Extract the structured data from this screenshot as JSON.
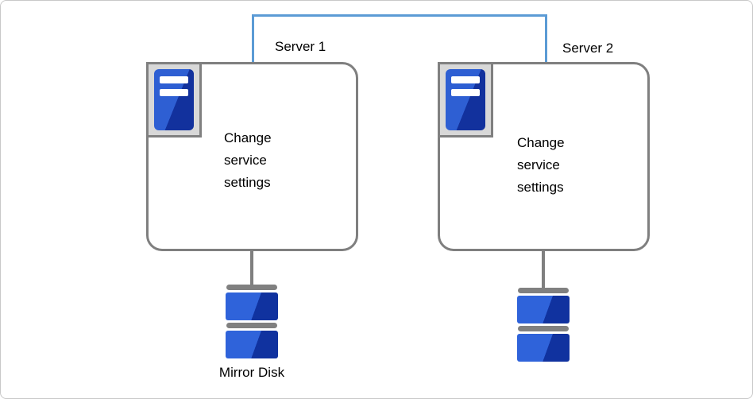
{
  "diagram": {
    "servers": [
      {
        "name": "Server 1",
        "action": "Change\nservice\nsettings"
      },
      {
        "name": "Server 2",
        "action": "Change\nservice\nsettings"
      }
    ],
    "storage": {
      "label": "Mirror Disk"
    },
    "colors": {
      "interconnect_blue": "#5b9bd5",
      "box_border_gray": "#7f7f7f",
      "icon_frame_gray": "#808080",
      "icon_frame_fill": "#d8d8d8",
      "device_blue_light": "#2f63da",
      "device_blue_dark": "#10329f"
    }
  }
}
